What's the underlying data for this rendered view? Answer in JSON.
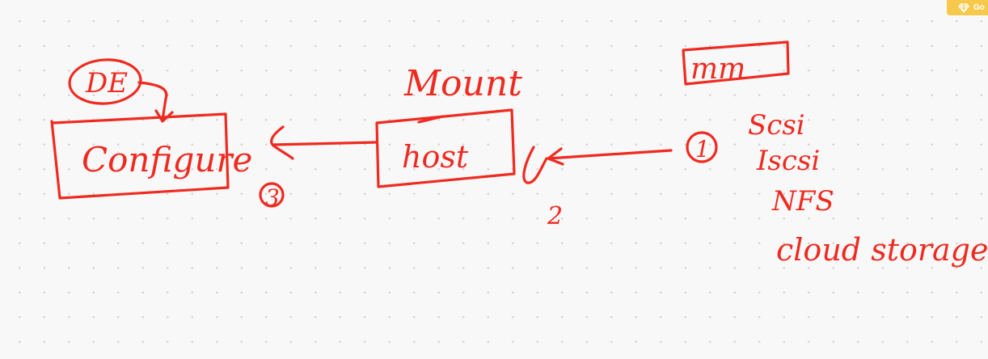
{
  "toolbar": {
    "upgrade_label": "Go",
    "upgrade_icon": "gem-icon",
    "accent": "#f6c94c"
  },
  "ink_color": "#ef2a20",
  "diagram": {
    "title_note": "Mount",
    "config_badge": "DE",
    "config_box_label": "Configure",
    "host_box_label": "host",
    "storage_box_label": "mm",
    "step_1": "1",
    "step_2": "2",
    "step_3": "3",
    "storage_types": [
      "Scsi",
      "Iscsi",
      "NFS",
      "cloud storage"
    ]
  }
}
